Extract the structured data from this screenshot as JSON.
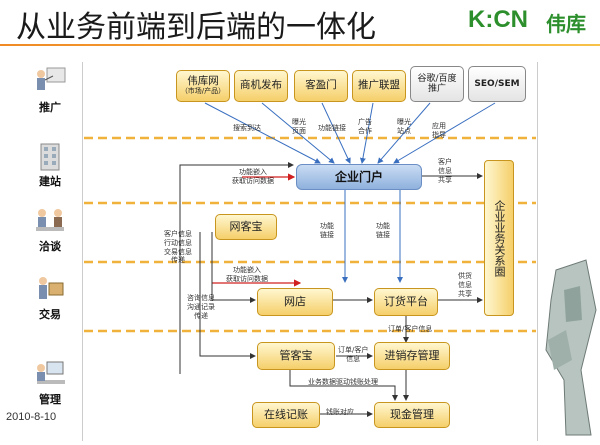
{
  "title": "从业务前端到后端的一体化",
  "logo": {
    "brand": "K:CN",
    "cn": "伟库"
  },
  "date": "2010-8-10",
  "lanes": [
    {
      "id": "promote",
      "label": "推广"
    },
    {
      "id": "build",
      "label": "建站"
    },
    {
      "id": "negotiate",
      "label": "洽谈"
    },
    {
      "id": "trade",
      "label": "交易"
    },
    {
      "id": "manage",
      "label": "管理"
    }
  ],
  "top_boxes": [
    {
      "label": "伟库网",
      "sub": "（市场/产品）"
    },
    {
      "label": "商机发布"
    },
    {
      "label": "客盈门"
    },
    {
      "label": "推广联盟"
    },
    {
      "label": "谷歌/百度推广"
    },
    {
      "label": "SEO/SEM"
    }
  ],
  "nodes": {
    "portal": "企业门户",
    "relation": "企业业务关系圈",
    "wangkebao": "网客宝",
    "shop": "网店",
    "order": "订货平台",
    "crm": "管客宝",
    "inventory": "进销存管理",
    "ledger": "在线记账",
    "cash": "现金管理"
  },
  "notes": {
    "search_reach": "搜索到达",
    "exposure": "曝光\n页面",
    "func_link_top": "功能链接",
    "ad_coop": "广告\n合作",
    "exposure_site": "曝光\n站点",
    "app_guide": "应用\n指导",
    "embed_top": "功能嵌入\n获取访问数据",
    "customer_share": "客户\n信息\n共享",
    "func_link_left": "功能\n链接",
    "func_link_right": "功能\n链接",
    "cust_info": "客户信息\n行动信息\n交易信息\n传递",
    "embed_mid": "功能嵌入\n获取访问数据",
    "consult": "咨询信息\n沟通记录\n传递",
    "supplier_share": "供货\n信息\n共享",
    "order_cust": "订单/客户信息",
    "order_info": "订单/客户\n信息",
    "biz_data": "业务数据驱动钱账处理",
    "account_match": "钱账对应"
  }
}
